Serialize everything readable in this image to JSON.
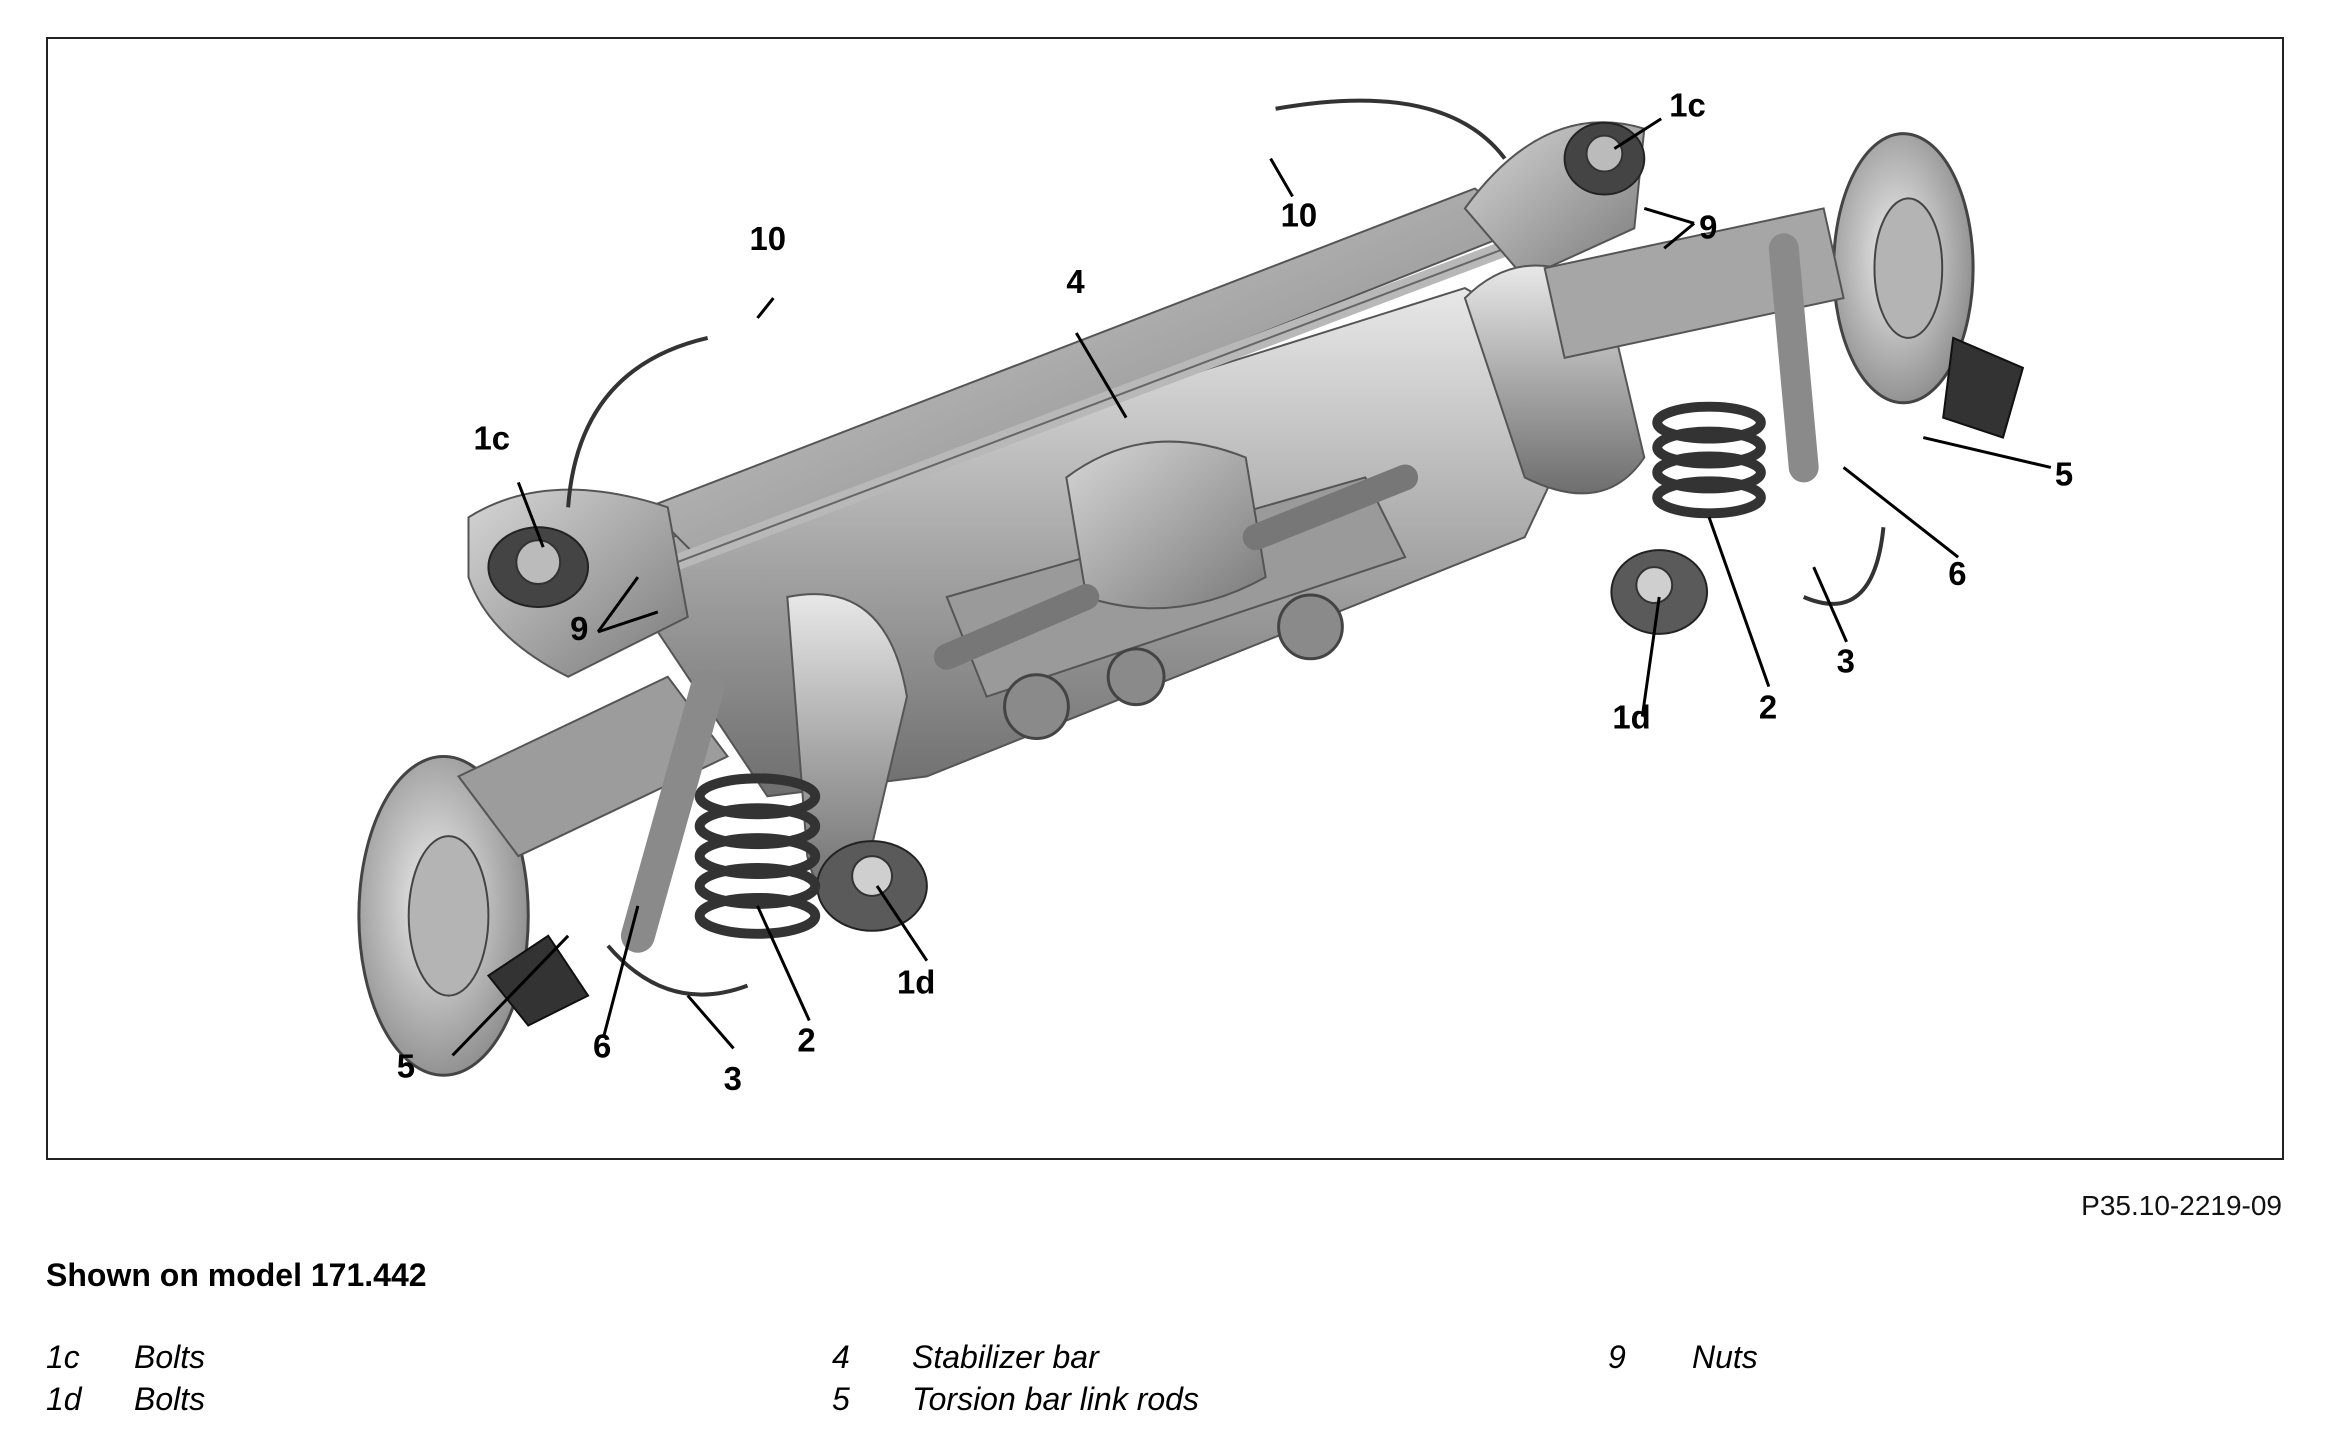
{
  "figure": {
    "callouts": {
      "c1c_left": "1c",
      "c1c_right": "1c",
      "c1d_left": "1d",
      "c1d_right": "1d",
      "c2_left": "2",
      "c2_right": "2",
      "c3_left": "3",
      "c3_right": "3",
      "c4": "4",
      "c5_left": "5",
      "c5_right": "5",
      "c6_left": "6",
      "c6_right": "6",
      "c9_left": "9",
      "c9_right": "9",
      "c10_left": "10",
      "c10_right": "10"
    },
    "code": "P35.10-2219-09"
  },
  "model_note": "Shown on model 171.442",
  "legend": [
    {
      "code": "1c",
      "desc": "Bolts"
    },
    {
      "code": "1d",
      "desc": "Bolts"
    },
    {
      "code": "4",
      "desc": "Stabilizer bar"
    },
    {
      "code": "5",
      "desc": "Torsion bar link rods"
    },
    {
      "code": "9",
      "desc": "Nuts"
    }
  ]
}
